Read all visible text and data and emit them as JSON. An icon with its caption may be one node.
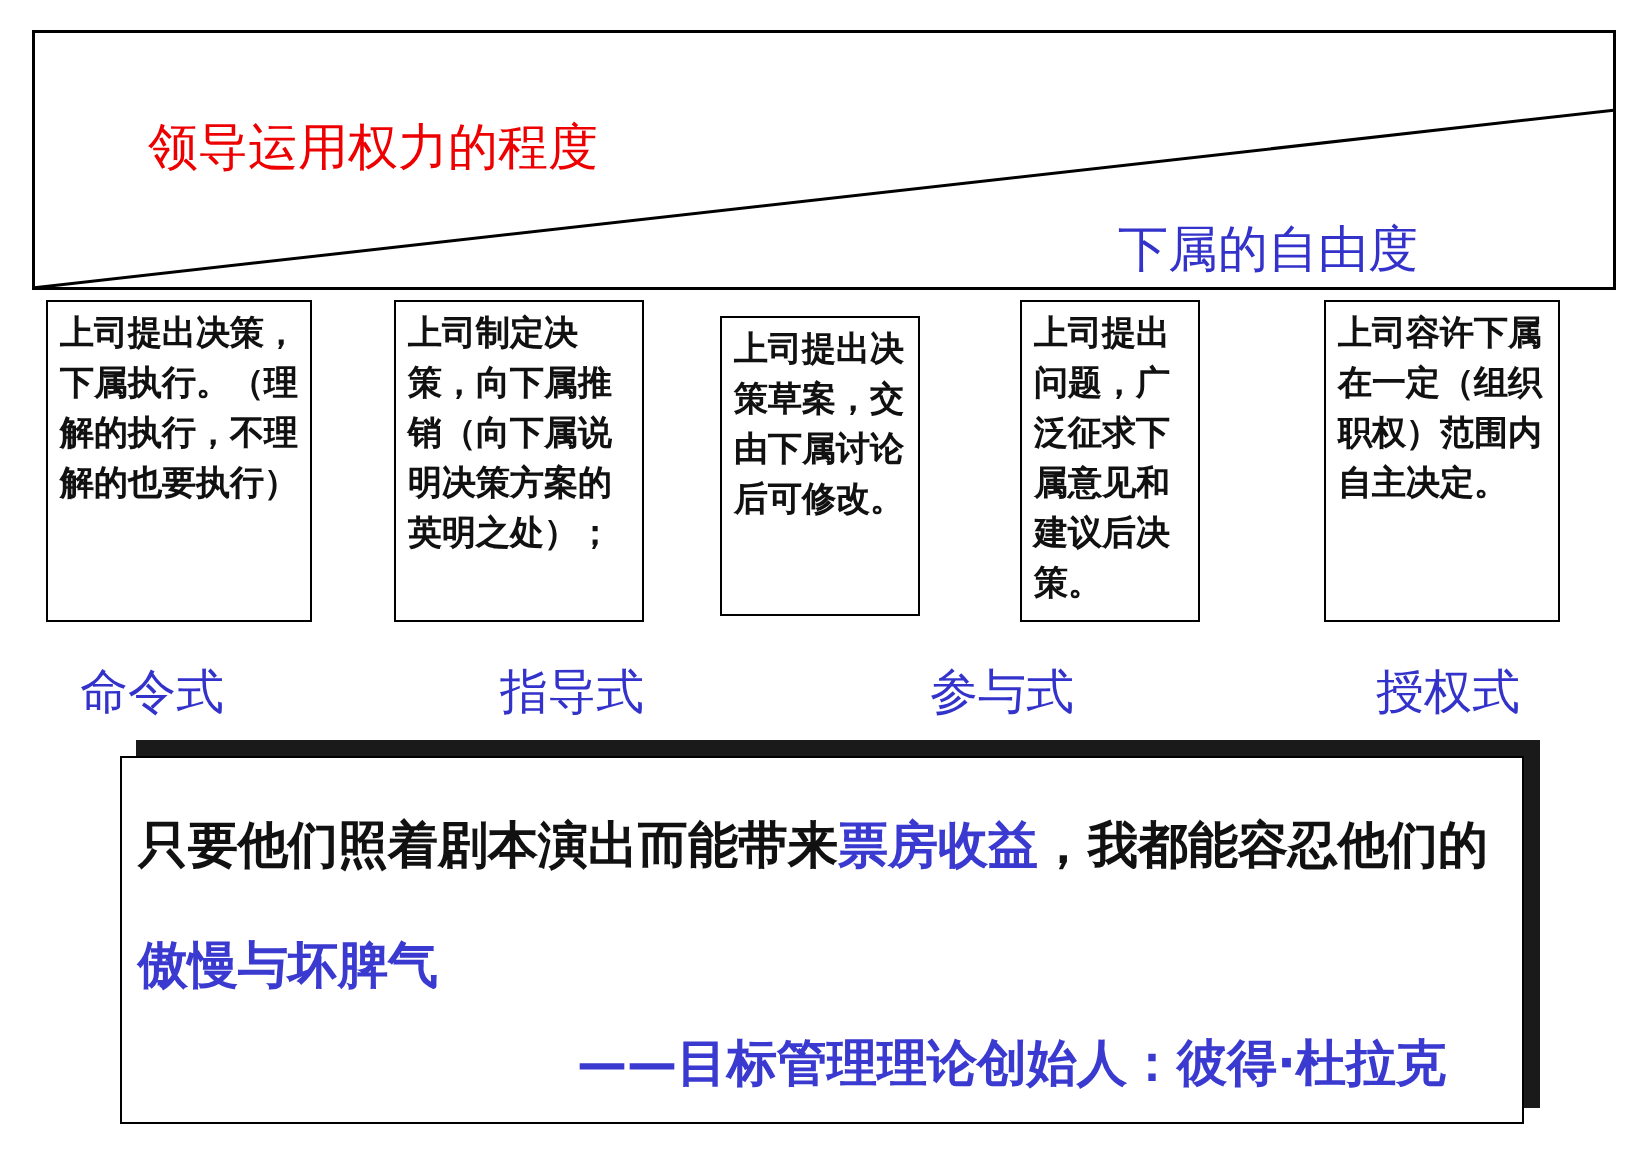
{
  "diagram": {
    "nodes": [
      {
        "text": [
          "领导运用权力的程度",
          "下属的自由度"
        ]
      },
      {
        "text": [
          "上司提出决策，下属执行。（理解的执行，不理解的也要执行）"
        ]
      },
      {
        "text": [
          "上司制定决策，向下属推销（向下属说明决策方案的英明之处）；"
        ]
      },
      {
        "text": [
          "上司提出决策草案，交由下属讨论后可修改。"
        ]
      },
      {
        "text": [
          "上司提出问题，广泛征求下属意见和建议后决策。"
        ]
      },
      {
        "text": [
          "上司容许下属在一定（组织职权）范围内自主决定。"
        ]
      },
      {
        "text": [
          "只要他们照着剧本演出而能带来**票房收益**，我都能容忍他们的**傲慢与坏脾气**",
          "——目标管理理论创始人：彼得·杜拉克"
        ]
      }
    ],
    "edges": [],
    "labels": [
      "命令式",
      "指导式",
      "参与式",
      "授权式"
    ]
  }
}
